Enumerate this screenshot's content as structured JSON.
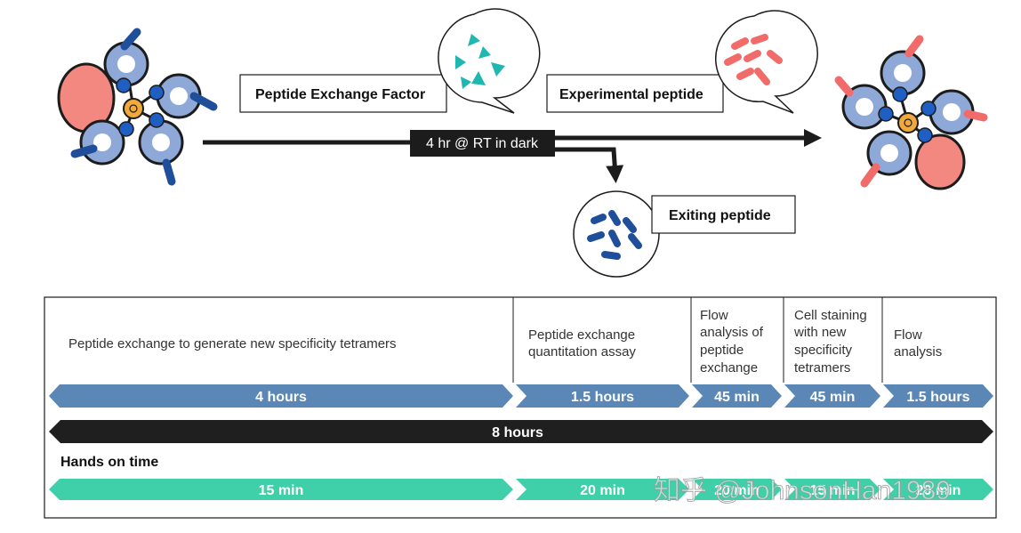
{
  "diagram": {
    "exchange_factor_label": "Peptide Exchange Factor",
    "experimental_peptide_label": "Experimental peptide",
    "condition_label": "4 hr @ RT in dark",
    "exiting_peptide_label": "Exiting peptide"
  },
  "timeline": {
    "stages": [
      {
        "lines": [
          "Peptide exchange to generate new specificity tetramers"
        ],
        "duration": "4 hours",
        "hands_on": "15 min"
      },
      {
        "lines": [
          "Peptide exchange",
          "quantitation assay"
        ],
        "duration": "1.5 hours",
        "hands_on": "20 min"
      },
      {
        "lines": [
          "Flow",
          "analysis of",
          "peptide",
          "exchange"
        ],
        "duration": "45 min",
        "hands_on": "20 min"
      },
      {
        "lines": [
          "Cell staining",
          "with new",
          "specificity",
          "tetramers"
        ],
        "duration": "45 min",
        "hands_on": "15 min"
      },
      {
        "lines": [
          "Flow",
          "analysis"
        ],
        "duration": "1.5 hours",
        "hands_on": "20 min"
      }
    ],
    "total_label": "8 hours",
    "hands_on_title": "Hands on time"
  },
  "watermark": "知乎 @JohnsonHan1989",
  "colors": {
    "duration_bar": "#5b87b6",
    "total_bar": "#1f1f1f",
    "hands_on_bar": "#3fcfa9",
    "mhc_blue": "#8ea8d8",
    "peptide_dark": "#1f4e9a",
    "peptide_red": "#f26b6b",
    "factor_teal": "#1fb7b0"
  }
}
